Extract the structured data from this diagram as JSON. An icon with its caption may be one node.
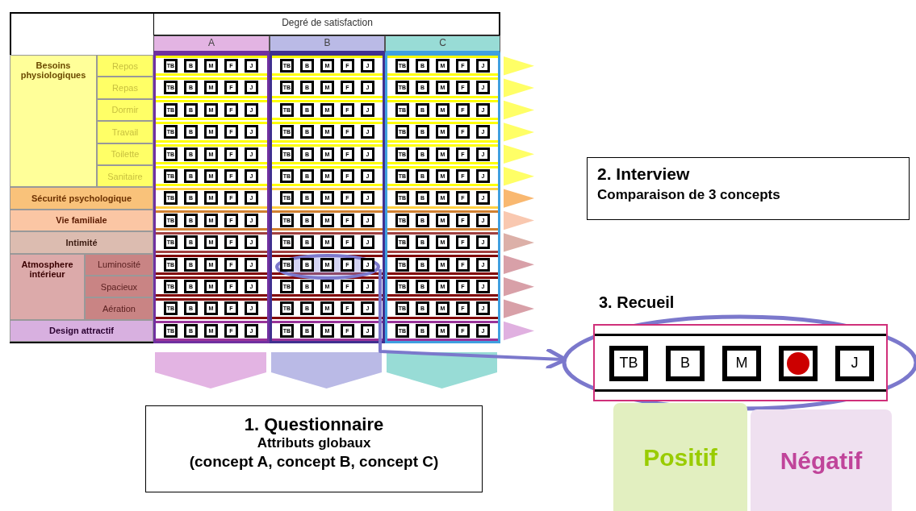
{
  "diagram": {
    "nodes": [
      {
        "text": [],
        "shape": "circle"
      },
      {
        "text": [
          "TB",
          "B",
          "M",
          "J"
        ]
      },
      {
        "text": [
          "2. Interview",
          "Comparaison de 3 concepts"
        ]
      },
      {
        "text": [
          "1. Questionnaire",
          "Attributs globaux",
          "(concept A, concept B, concept C)"
        ]
      },
      {
        "text": [
          "Positif"
        ]
      },
      {
        "text": [
          "Négatif"
        ]
      }
    ],
    "edges": [
      {
        "from": 0,
        "to": 1,
        "arrow": "to"
      }
    ],
    "labels": [
      "Degré de satisfaction",
      "A",
      "B",
      "C",
      "Besoins physiologiques",
      "Repos",
      "Repas",
      "Dormir",
      "Travail",
      "Toilette",
      "Sanitaire",
      "Sécurité psychologique",
      "Vie familiale",
      "Intimité",
      "Atmosphere intérieur",
      "Luminosité",
      "Spacieux",
      "Aération",
      "Design attractif",
      "TB",
      "B",
      "M",
      "F",
      "J",
      "TB",
      "B",
      "M",
      "F",
      "J",
      "TB",
      "B",
      "M",
      "F",
      "J",
      "TB",
      "B",
      "M",
      "F",
      "J",
      "TB",
      "B",
      "M",
      "F",
      "J",
      "TB",
      "B",
      "M",
      "F",
      "J",
      "TB",
      "B",
      "M",
      "F",
      "J",
      "TB",
      "B",
      "M",
      "F",
      "J",
      "TB",
      "B",
      "M",
      "F",
      "J",
      "TB",
      "B",
      "M",
      "F",
      "J",
      "TB",
      "B",
      "M",
      "F",
      "J",
      "TB",
      "B",
      "M",
      "F",
      "J",
      "TB",
      "B",
      "M",
      "F",
      "J",
      "TB",
      "B",
      "M",
      "F",
      "J",
      "TB",
      "B",
      "M",
      "F",
      "J",
      "TB",
      "B",
      "M",
      "F",
      "J",
      "TB",
      "B",
      "M",
      "F",
      "J",
      "TB",
      "B",
      "M",
      "F",
      "J",
      "TB",
      "B",
      "M",
      "F",
      "J",
      "TB",
      "B",
      "M",
      "F",
      "J",
      "TB",
      "B",
      "M",
      "F",
      "J",
      "TB",
      "B",
      "M",
      "F",
      "J",
      "TB",
      "B",
      "M",
      "F",
      "J",
      "TB",
      "B",
      "M",
      "F",
      "J",
      "TB",
      "B",
      "M",
      "F",
      "J",
      "TB",
      "B",
      "M",
      "F",
      "J",
      "TB",
      "B",
      "M",
      "F",
      "J",
      "TB",
      "B",
      "M",
      "F",
      "J",
      "TB",
      "B",
      "M",
      "F",
      "J",
      "TB",
      "B",
      "M",
      "F",
      "J",
      "TB",
      "B",
      "M",
      "F",
      "J",
      "TB",
      "B",
      "M",
      "F",
      "J",
      "TB",
      "B",
      "M",
      "F",
      "J",
      "TB",
      "B",
      "M",
      "F",
      "J",
      "TB",
      "B",
      "M",
      "F",
      "J",
      "TB",
      "B",
      "M",
      "F",
      "J",
      "TB",
      "B",
      "M",
      "F",
      "J",
      "TB",
      "B",
      "M",
      "F",
      "J",
      "TB",
      "B",
      "M",
      "F",
      "J",
      "3. Recueil"
    ]
  }
}
